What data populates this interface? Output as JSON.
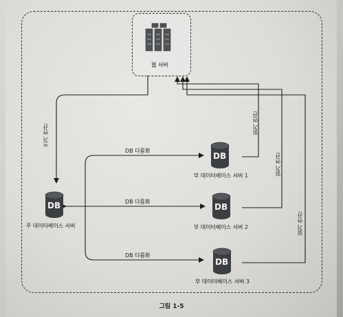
{
  "diagram": {
    "web_server": {
      "label": "웹 서버",
      "icon": "server-rack-icon"
    },
    "master_db": {
      "icon_text": "DB",
      "label": "주 데이터베이스 서버"
    },
    "slave_dbs": [
      {
        "icon_text": "DB",
        "label": "부 데이터베이스 서버 1"
      },
      {
        "icon_text": "DB",
        "label": "부 데이터베이스 서버 2"
      },
      {
        "icon_text": "DB",
        "label": "부 데이터베이스 서버 3"
      }
    ],
    "write_label": "쓰기 연산",
    "read_labels": [
      "읽기 연산",
      "읽기 연산",
      "읽기 연산"
    ],
    "replication_labels": [
      "DB 다중화",
      "DB 다중화",
      "DB 다중화"
    ]
  },
  "caption": "그림 1-5"
}
